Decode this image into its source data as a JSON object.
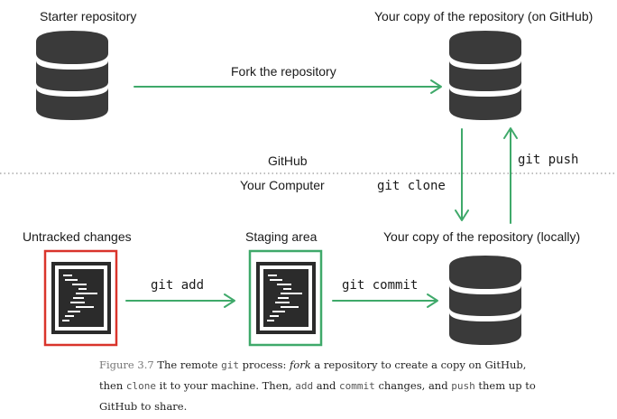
{
  "labels": {
    "starter_repo": "Starter repository",
    "github_copy": "Your copy of the repository (on GitHub)",
    "fork": "Fork the repository",
    "github": "GitHub",
    "your_computer": "Your Computer",
    "git_clone": "git clone",
    "git_push": "git push",
    "untracked": "Untracked changes",
    "staging": "Staging area",
    "local_copy": "Your copy of the repository (locally)",
    "git_add": "git add",
    "git_commit": "git commit"
  },
  "caption": {
    "figure": "Figure 3.7",
    "p1": " The remote ",
    "c_git": "git",
    "p2": " process: ",
    "e_fork": "fork",
    "p3": " a repository to create a copy on GitHub, then ",
    "c_clone": "clone",
    "p4": " it to your machine. Then, ",
    "c_add": "add",
    "p5": " and ",
    "c_commit": "commit",
    "p6": " changes, and ",
    "c_push": "push",
    "p7": " them up to GitHub to share."
  },
  "colors": {
    "arrow": "#3fa96a",
    "database": "#3a3a3a",
    "untracked_border": "#d9342b",
    "staging_border": "#3fa96a",
    "divider": "#999999"
  },
  "icons": {
    "database": "database-icon",
    "document": "code-document-icon"
  }
}
